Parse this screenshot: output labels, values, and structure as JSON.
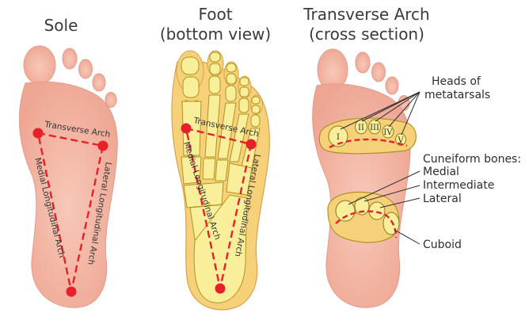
{
  "titles": {
    "sole": "Sole",
    "foot_line1": "Foot",
    "foot_line2": "(bottom view)",
    "transverse_line1": "Transverse Arch",
    "transverse_line2": "(cross section)"
  },
  "arch_labels": {
    "transverse": "Transverse Arch",
    "medial": "Medial Longitudinal Arch",
    "lateral": "Lateral Longitudinal Arch"
  },
  "cross_section": {
    "metatarsal_heads_line1": "Heads of",
    "metatarsal_heads_line2": "metatarsals",
    "metatarsal_numerals": [
      "I",
      "II",
      "III",
      "IV",
      "V"
    ],
    "cuneiform_title": "Cuneiform bones:",
    "cuneiform_medial": "Medial",
    "cuneiform_intermediate": "Intermediate",
    "cuneiform_lateral": "Lateral",
    "cuboid": "Cuboid"
  },
  "colors": {
    "skin": "#f4bcab",
    "skin_shadow": "#e59a89",
    "bone": "#f9ef9a",
    "bone_outline": "#b0941e",
    "arch_red": "#e8202a"
  }
}
